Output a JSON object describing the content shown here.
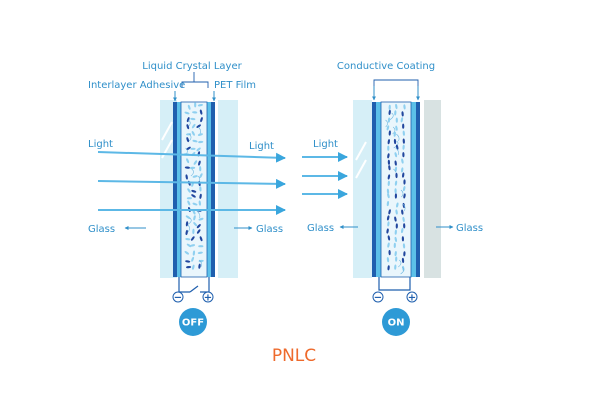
{
  "title": "PNLC",
  "colors": {
    "accent": "#3aa6dd",
    "label": "#2f8fc9",
    "dark_line": "#1f5fae",
    "glass": "#d6eff7",
    "glass_on_back": "#d8e2e2",
    "title": "#ee6a2c",
    "badge": "#2e9ad6"
  },
  "off_panel": {
    "labels": {
      "liquid_crystal_layer": "Liquid Crystal Layer",
      "interlayer_adhesive": "Interlayer Adhesive",
      "pet_film": "PET Film",
      "light_in": "Light",
      "light_out": "Light",
      "glass_left": "Glass",
      "glass_right": "Glass"
    },
    "switch": {
      "negative": "−",
      "positive": "+"
    },
    "state_label": "OFF"
  },
  "on_panel": {
    "labels": {
      "conductive_coating": "Conductive Coating",
      "light_in": "Light",
      "glass_left": "Glass",
      "glass_right": "Glass"
    },
    "switch": {
      "negative": "−",
      "positive": "+"
    },
    "state_label": "ON"
  }
}
